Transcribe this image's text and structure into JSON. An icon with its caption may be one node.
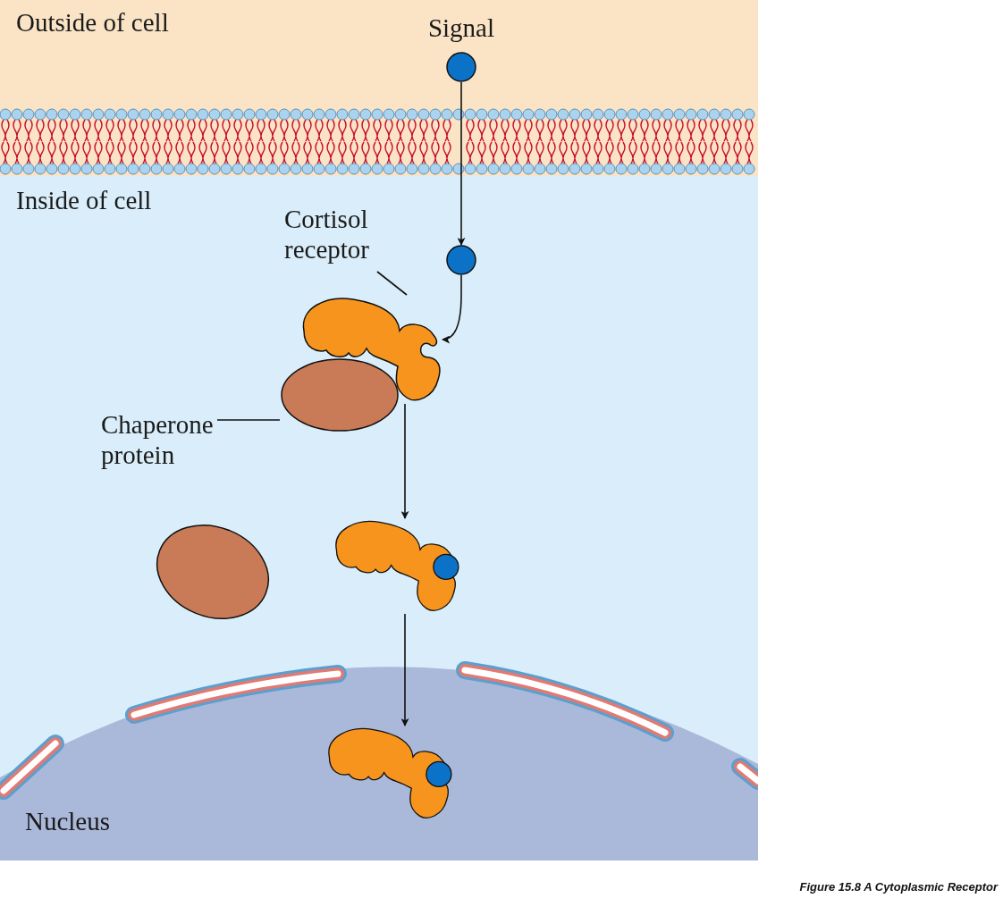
{
  "diagram": {
    "caption": "Figure 15.8 A Cytoplasmic Receptor",
    "nodes": [
      {
        "text": [
          "Outside of cell"
        ]
      },
      {
        "text": [
          "Inside of cell"
        ]
      },
      {
        "text": [
          "Nucleus"
        ],
        "in": 1
      },
      {
        "text": [
          "Signal"
        ],
        "in": 0
      },
      {
        "text": [],
        "shape": "circle",
        "in": 1
      },
      {
        "text": [
          "Cortisol receptor"
        ],
        "in": 1
      },
      {
        "text": [
          "Chaperone protein"
        ],
        "in": 1
      },
      {
        "text": [],
        "shape": "picture",
        "in": 1
      },
      {
        "text": [],
        "shape": "ellipse",
        "in": 1
      },
      {
        "text": [],
        "shape": "ellipse",
        "in": 1
      },
      {
        "text": [],
        "shape": "picture",
        "in": 1
      },
      {
        "text": [],
        "shape": "picture",
        "in": 2
      }
    ],
    "edges": [
      {
        "from": 3,
        "to": 4,
        "arrow": "to"
      },
      {
        "from": 4,
        "to": 7,
        "arrow": "to"
      },
      {
        "from": 7,
        "to": 10,
        "arrow": "to"
      },
      {
        "from": 10,
        "to": 11,
        "arrow": "to"
      },
      {
        "from": 5,
        "to": 7,
        "arrow": "none"
      },
      {
        "from": 6,
        "to": 8,
        "arrow": "none"
      }
    ]
  }
}
